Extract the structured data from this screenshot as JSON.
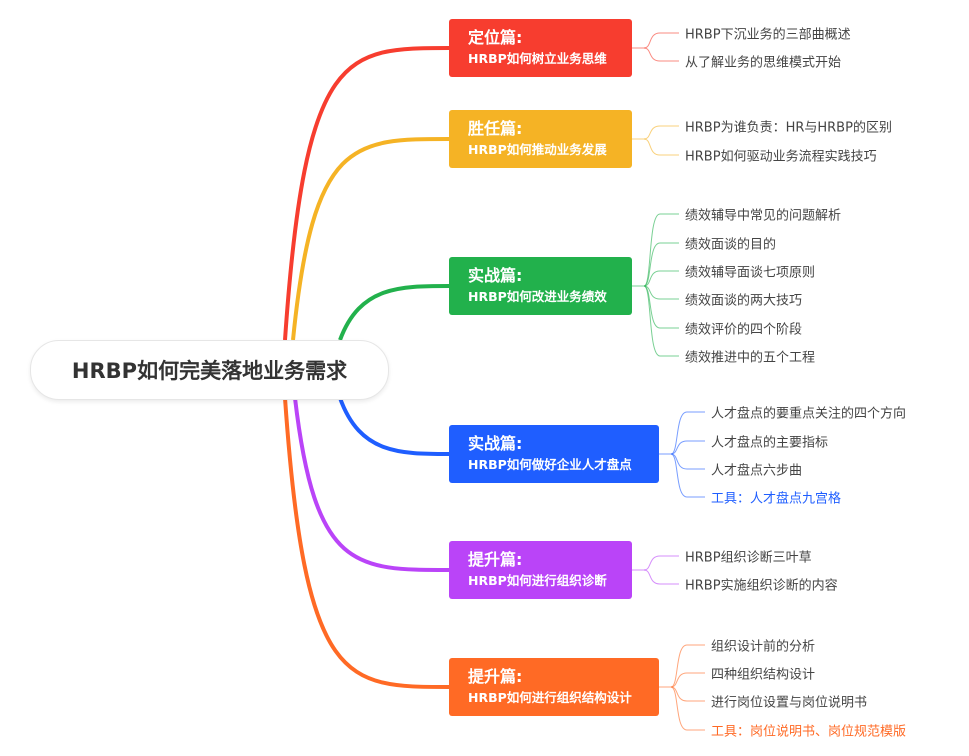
{
  "root": {
    "title": "HRBP如何完美落地业务需求"
  },
  "branches": [
    {
      "title": "定位篇:",
      "subtitle": "HRBP如何树立业务思维",
      "color": "#F73D2F",
      "children": [
        {
          "text": "HRBP下沉业务的三部曲概述"
        },
        {
          "text": "从了解业务的思维模式开始"
        }
      ]
    },
    {
      "title": "胜任篇:",
      "subtitle": "HRBP如何推动业务发展",
      "color": "#F5B325",
      "children": [
        {
          "text": "HRBP为谁负责：HR与HRBP的区别"
        },
        {
          "text": "HRBP如何驱动业务流程实践技巧"
        }
      ]
    },
    {
      "title": "实战篇:",
      "subtitle": "HRBP如何改进业务绩效",
      "color": "#22B14C",
      "children": [
        {
          "text": "绩效辅导中常见的问题解析"
        },
        {
          "text": "绩效面谈的目的"
        },
        {
          "text": "绩效辅导面谈七项原则"
        },
        {
          "text": "绩效面谈的两大技巧"
        },
        {
          "text": "绩效评价的四个阶段"
        },
        {
          "text": "绩效推进中的五个工程"
        }
      ]
    },
    {
      "title": "实战篇:",
      "subtitle": "HRBP如何做好企业人才盘点",
      "color": "#1F5EFF",
      "children": [
        {
          "text": "人才盘点的要重点关注的四个方向"
        },
        {
          "text": "人才盘点的主要指标"
        },
        {
          "text": "人才盘点六步曲"
        },
        {
          "text": "工具：人才盘点九宫格",
          "highlight": true
        }
      ]
    },
    {
      "title": "提升篇:",
      "subtitle": "HRBP如何进行组织诊断",
      "color": "#BA44F8",
      "children": [
        {
          "text": "HRBP组织诊断三叶草"
        },
        {
          "text": "HRBP实施组织诊断的内容"
        }
      ]
    },
    {
      "title": "提升篇:",
      "subtitle": "HRBP如何进行组织结构设计",
      "color": "#FF6A25",
      "children": [
        {
          "text": "组织设计前的分析"
        },
        {
          "text": "四种组织结构设计"
        },
        {
          "text": "进行岗位设置与岗位说明书"
        },
        {
          "text": "工具：岗位说明书、岗位规范模版",
          "highlight": true
        }
      ]
    }
  ]
}
